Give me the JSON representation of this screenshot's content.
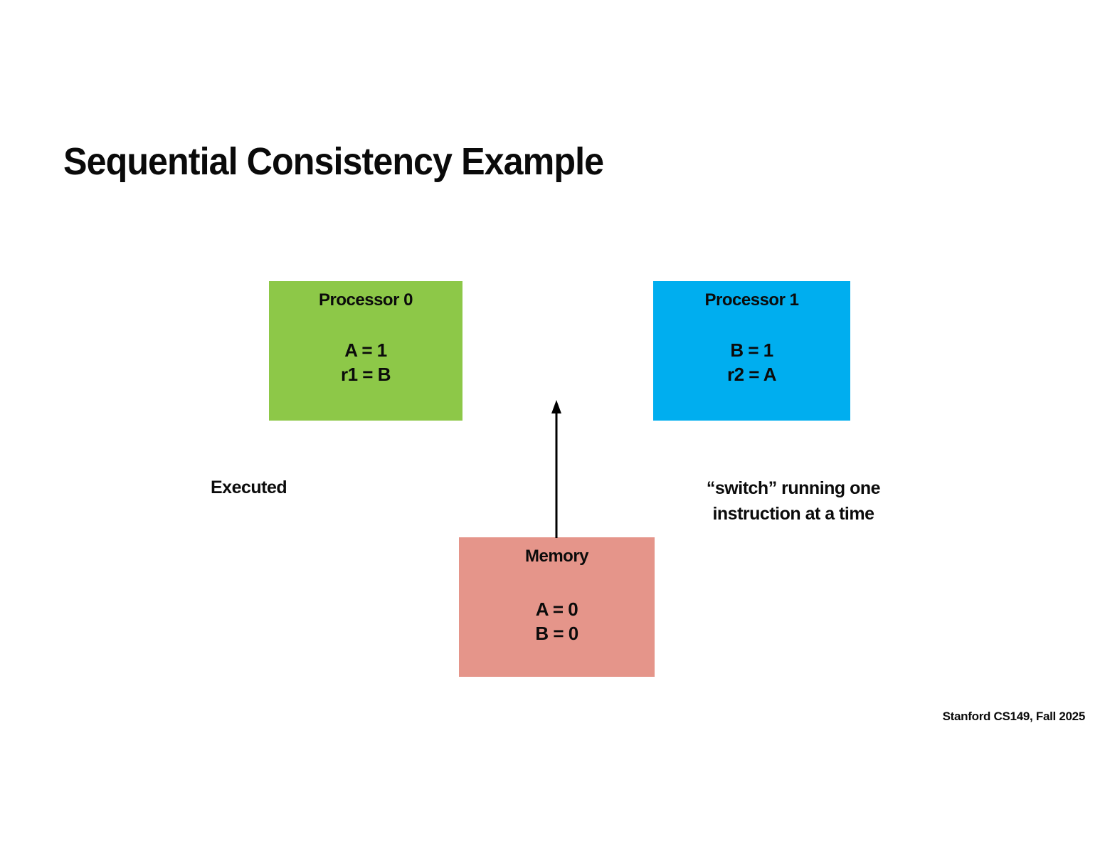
{
  "slide": {
    "title": "Sequential Consistency Example",
    "footer": "Stanford CS149, Fall 2025",
    "background_color": "#ffffff"
  },
  "diagram": {
    "processor0": {
      "title": "Processor 0",
      "lines": [
        "A = 1",
        "r1 = B"
      ],
      "color": "#8DC848"
    },
    "processor1": {
      "title": "Processor 1",
      "lines": [
        "B = 1",
        "r2 = A"
      ],
      "color": "#00AEEF"
    },
    "memory": {
      "title": "Memory",
      "lines": [
        "A = 0",
        "B = 0"
      ],
      "color": "#E5958A"
    },
    "arrow_color": "#000000"
  },
  "labels": {
    "executed": "Executed",
    "switch_note": [
      "“switch” running one",
      "instruction at a time"
    ]
  }
}
